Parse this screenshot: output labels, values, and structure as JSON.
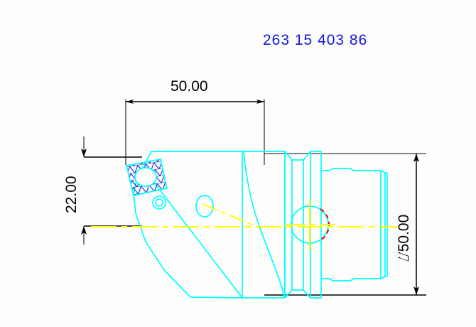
{
  "drawing": {
    "title": "263 15 403 86",
    "title_color": "#1414e0",
    "background_color": "#fdfefb",
    "body_color": "#00ffff",
    "insert_color": "#2020d0",
    "centerline_color": "#ffff00",
    "hidden_arc_color": "#ff0000",
    "dimension_color": "#000000"
  },
  "dimensions": {
    "length": {
      "label": "50.00",
      "value": 50.0,
      "unit": "mm",
      "orientation": "horizontal",
      "position": "top"
    },
    "height_offset": {
      "label": "22.00",
      "value": 22.0,
      "unit": "mm",
      "orientation": "vertical",
      "position": "left"
    },
    "diameter": {
      "label": "⌰50.00",
      "symbol": "⌀",
      "value": 50.0,
      "unit": "mm",
      "orientation": "vertical",
      "position": "right"
    }
  },
  "features": {
    "insert": "rhombic-carbide-insert",
    "insert_hatch": "triangular-crosshatch",
    "insert_hole": "center-bore",
    "clamp_screw": "insert-clamp-screw",
    "coolant_hole": "coolant-outlet",
    "shank_bore": "shank-center-bore",
    "hidden_feature": "hidden-counterbore-arc",
    "groove": "flange-groove"
  }
}
